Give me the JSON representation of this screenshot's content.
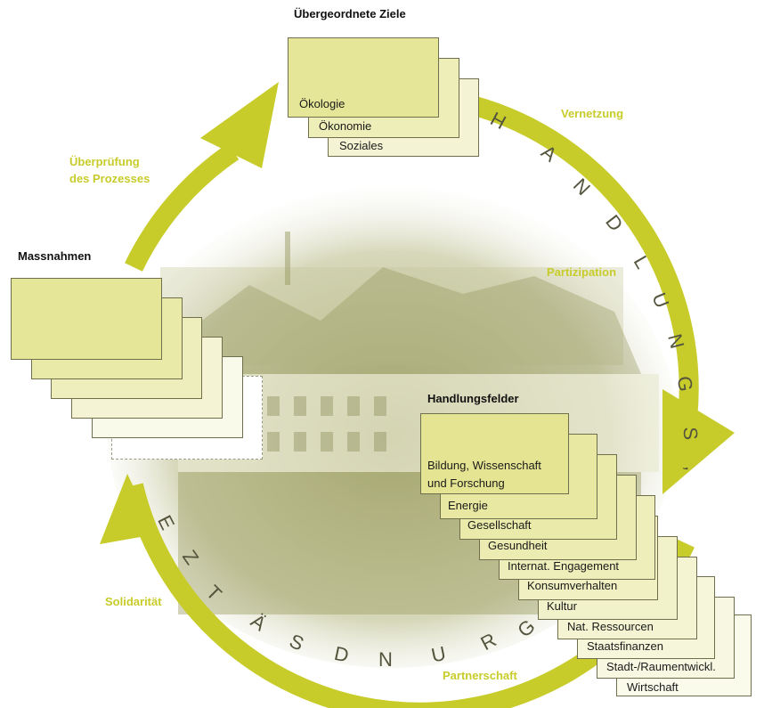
{
  "headings": {
    "goals": "Übergeordnete Ziele",
    "measures": "Massnahmen",
    "fields": "Handlungsfelder"
  },
  "goals": [
    "Ökologie",
    "Ökonomie",
    "Soziales"
  ],
  "fields": [
    "Bildung, Wissenschaft",
    "und Forschung",
    "Energie",
    "Gesellschaft",
    "Gesundheit",
    "Internat. Engagement",
    "Konsumverhalten",
    "Kultur",
    "Nat. Ressourcen",
    "Staatsfinanzen",
    "Stadt-/Raumentwickl.",
    "Wirtschaft"
  ],
  "principles": {
    "vernetzung": "Vernetzung",
    "partizipation": "Partizipation",
    "solidaritaet": "Solidarität",
    "partnerschaft": "Partnerschaft",
    "ueberpruefung_1": "Überprüfung",
    "ueberpruefung_2": "des Prozesses"
  },
  "arc_letters": {
    "handlungs": [
      "H",
      "A",
      "N",
      "D",
      "L",
      "U",
      "N",
      "G",
      "S",
      ","
    ],
    "grundsaetze": [
      "G",
      "R",
      "U",
      "N",
      "D",
      "S",
      "Ä",
      "T",
      "Z",
      "E"
    ]
  },
  "colors": {
    "accent": "#c8cc2a",
    "card_dark": "#e6e698",
    "card_light": "#f4f4d4",
    "photo": "#a9ab73"
  }
}
